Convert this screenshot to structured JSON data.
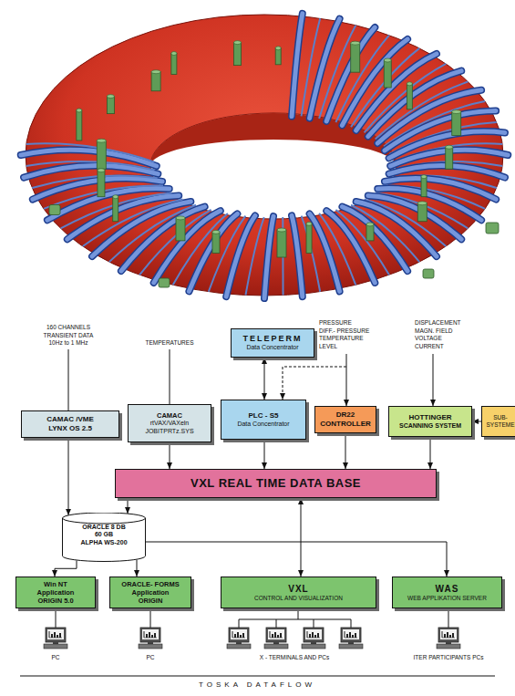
{
  "diagram": {
    "caption": "TOSKA DATAFLOW",
    "nodes": [
      {
        "text": [
          "TELEPERM",
          "Data Concentrator"
        ]
      },
      {
        "text": [
          "CAMAC /VME",
          "LYNX OS 2.5"
        ]
      },
      {
        "text": [
          "CAMAC",
          "rtVAX/VAXeln",
          "JOBITPRTz.SYS"
        ]
      },
      {
        "text": [
          "PLC - S5",
          "Data Concentrator"
        ]
      },
      {
        "text": [
          "DR22",
          "CONTROLLER"
        ]
      },
      {
        "text": [
          "HOTTINGER",
          "SCANNING SYSTEM"
        ]
      },
      {
        "text": [
          "SUB- SYSTEME"
        ]
      },
      {
        "text": [
          "VXL REAL TIME DATA BASE"
        ]
      },
      {
        "text": [
          "ORACLE 8 DB",
          "60 GB",
          "ALPHA WS-200"
        ]
      },
      {
        "text": [
          "Win NT",
          "Application",
          "ORIGIN 5.0"
        ]
      },
      {
        "text": [
          "ORACLE- FORMS",
          "Application",
          "ORIGIN"
        ]
      },
      {
        "text": [
          "VXL",
          "CONTROL AND VISUALIZATION"
        ]
      },
      {
        "text": [
          "WAS",
          "WEB APPLIKATION SERVER"
        ]
      }
    ],
    "edges": [
      {
        "from": 0,
        "to": 3,
        "arrow": "both"
      },
      {
        "from": 1,
        "to": 8,
        "arrow": "to"
      },
      {
        "from": 2,
        "to": 7,
        "arrow": "to"
      },
      {
        "from": 3,
        "to": 7,
        "arrow": "to"
      },
      {
        "from": 4,
        "to": 7,
        "arrow": "to"
      },
      {
        "from": 5,
        "to": 7,
        "arrow": "to"
      },
      {
        "from": 6,
        "to": 5,
        "arrow": "to"
      },
      {
        "from": 7,
        "to": 8,
        "arrow": "to"
      },
      {
        "from": 8,
        "to": 9,
        "arrow": "to"
      },
      {
        "from": 8,
        "to": 10,
        "arrow": "to"
      },
      {
        "from": 8,
        "to": 12,
        "arrow": "to"
      },
      {
        "from": 7,
        "to": 11,
        "arrow": "both"
      }
    ],
    "labels": [
      "160 CHANNELS",
      "TRANSIENT DATA",
      "10Hz to 1 MHz",
      "TEMPERATURES",
      "PRESSURE",
      "DIFF.- PRESSURE",
      "TEMPERATURE",
      "LEVEL",
      "DISPLACEMENT",
      "MAGN. FIELD",
      "VOLTAGE",
      "CURRENT",
      "PC",
      "PC",
      "X - TERMINALS AND PCs",
      "ITER PARTICIPANTS PCs"
    ]
  }
}
